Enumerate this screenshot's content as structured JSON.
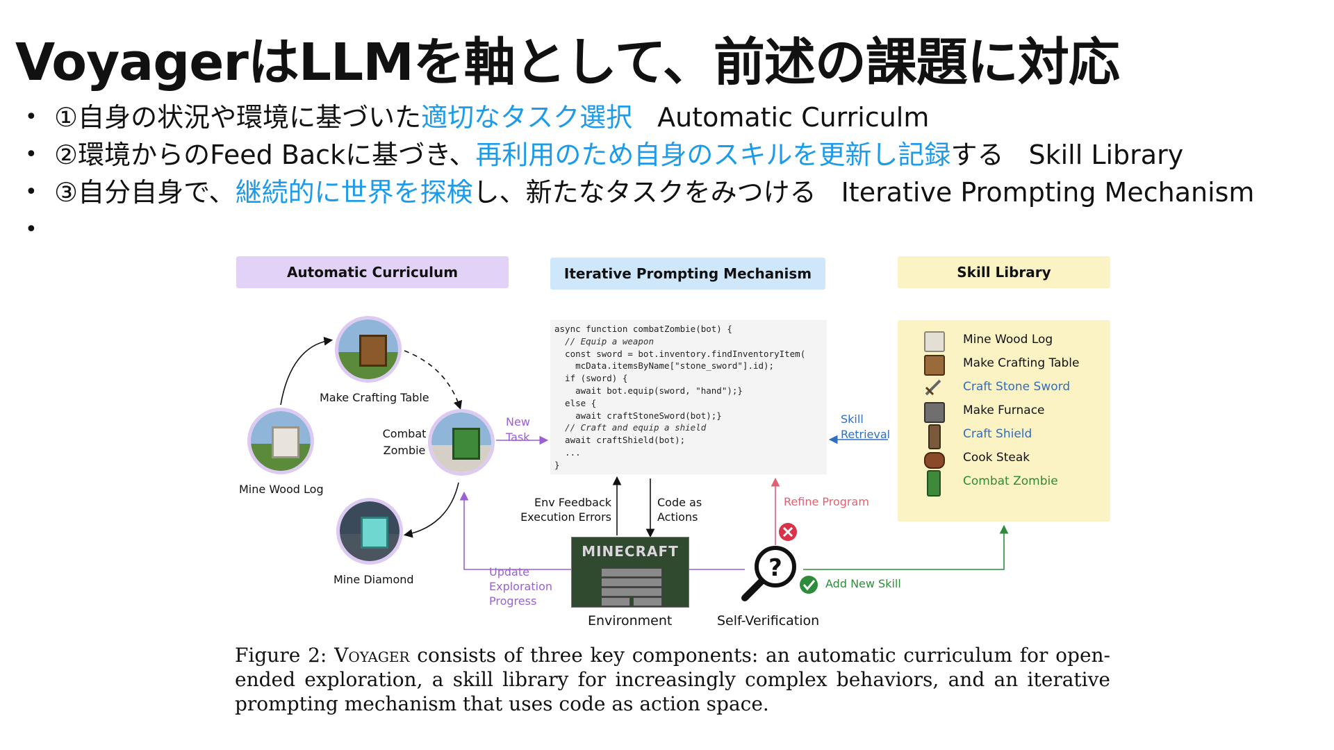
{
  "slide": {
    "title": "VoyagerはLLMを軸として、前述の課題に対応",
    "bullets": [
      {
        "number": "①",
        "pre": "自身の状況や環境に基づいた",
        "highlight": "適切なタスク選択",
        "post": "",
        "term": "Automatic Curriculm"
      },
      {
        "number": "②",
        "pre": "環境からのFeed Backに基づき、",
        "highlight": "再利用のため自身のスキルを更新し記録",
        "post": "する",
        "term": "Skill Library"
      },
      {
        "number": "③",
        "pre": "自分自身で、",
        "highlight": "継続的に世界を探検",
        "post": "し、新たなタスクをみつける",
        "term": "Iterative Prompting Mechanism"
      },
      {
        "number": "",
        "pre": "",
        "highlight": "",
        "post": "",
        "term": ""
      }
    ],
    "bullet_symbol": "•",
    "highlight_color": "#1e9be8"
  },
  "figure": {
    "headers": {
      "automatic_curriculum": "Automatic Curriculum",
      "iterative_prompting": "Iterative Prompting Mechanism",
      "skill_library": "Skill Library"
    },
    "curriculum_nodes": {
      "make_crafting_table": "Make Crafting Table",
      "mine_wood_log": "Mine Wood Log",
      "combat_zombie_line1": "Combat",
      "combat_zombie_line2": "Zombie",
      "mine_diamond": "Mine Diamond"
    },
    "flow_labels": {
      "new_task_line1": "New",
      "new_task_line2": "Task",
      "skill_retrieval_line1": "Skill",
      "skill_retrieval_line2": "Retrieval",
      "env_feedback_line1": "Env Feedback",
      "env_feedback_line2": "Execution Errors",
      "code_as_actions_line1": "Code as",
      "code_as_actions_line2": "Actions",
      "refine_program": "Refine Program",
      "update_line1": "Update",
      "update_line2": "Exploration",
      "update_line3": "Progress",
      "add_new_skill": "Add New Skill",
      "environment": "Environment",
      "self_verification": "Self-Verification"
    },
    "code_lines": [
      "async function combatZombie(bot) {",
      "  // Equip a weapon",
      "  const sword = bot.inventory.findInventoryItem(",
      "    mcData.itemsByName[\"stone_sword\"].id);",
      "  if (sword) {",
      "    await bot.equip(sword, \"hand\");}",
      "  else {",
      "    await craftStoneSword(bot);}",
      "  // Craft and equip a shield",
      "  await craftShield(bot);",
      "  ...",
      "}"
    ],
    "skills": [
      {
        "label": "Mine Wood  Log",
        "color": "#111111",
        "icon": "wood-log-icon"
      },
      {
        "label": "Make Crafting Table",
        "color": "#111111",
        "icon": "crafting-table-icon"
      },
      {
        "label": "Craft Stone Sword",
        "color": "#2f6ec2",
        "icon": "stone-sword-icon"
      },
      {
        "label": "Make Furnace",
        "color": "#111111",
        "icon": "furnace-icon"
      },
      {
        "label": "Craft Shield",
        "color": "#2f6ec2",
        "icon": "shield-icon"
      },
      {
        "label": "Cook Steak",
        "color": "#111111",
        "icon": "steak-icon"
      },
      {
        "label": "Combat Zombie",
        "color": "#2e8b2e",
        "icon": "zombie-icon"
      }
    ],
    "minecraft_logo": "MINECRAFT",
    "colors": {
      "purple": "#9b5fd6",
      "blue_text": "#2f6ec2",
      "red": "#e06070",
      "green": "#2e8b3a"
    }
  },
  "caption": {
    "prefix": "Figure 2:",
    "name": "Voyager",
    "text": "consists of three key components: an automatic curriculum for open-ended exploration, a skill library for increasingly complex behaviors, and an iterative prompting mechanism that uses code as action space."
  }
}
